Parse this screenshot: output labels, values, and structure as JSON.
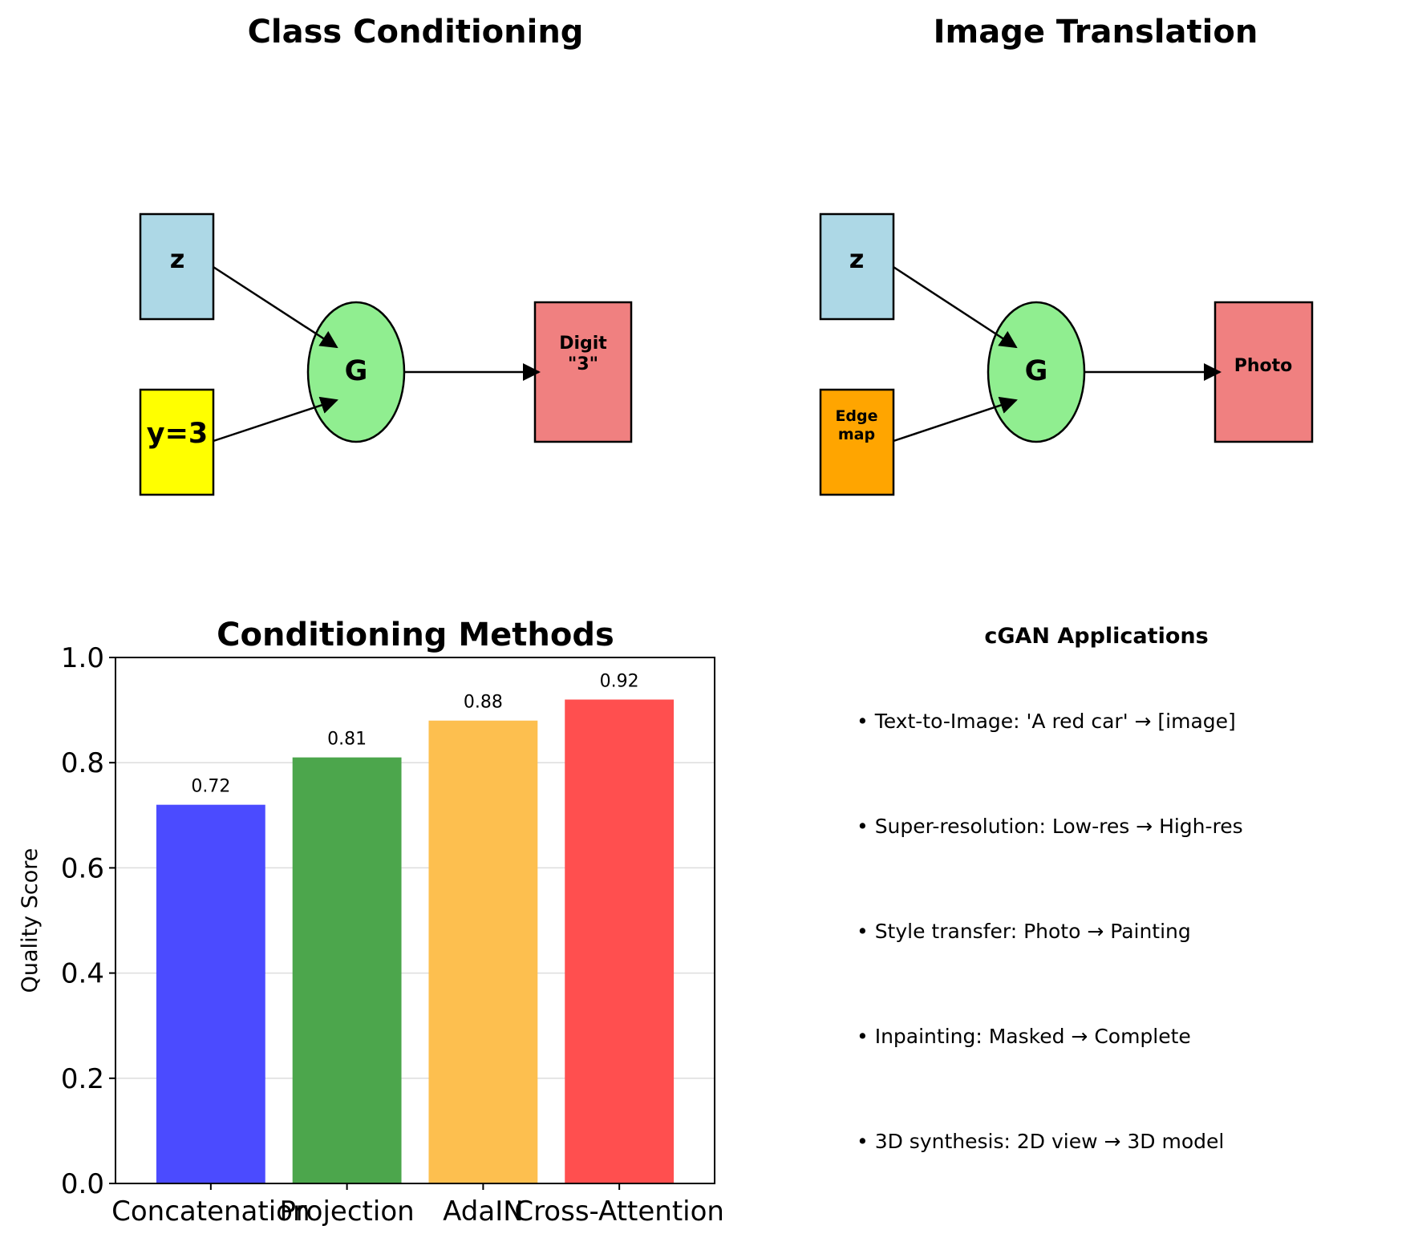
{
  "panels": {
    "class_conditioning": {
      "title": "Class Conditioning",
      "nodes": {
        "noise": {
          "label": "z",
          "color": "#ADD8E6"
        },
        "condition": {
          "label": "y=3",
          "color": "#FFFF00"
        },
        "generator": {
          "label": "G",
          "color": "#90EE90"
        },
        "output": {
          "label_lines": [
            "Digit",
            "\"3\""
          ],
          "color": "#F08080"
        }
      }
    },
    "image_translation": {
      "title": "Image Translation",
      "nodes": {
        "noise": {
          "label": "z",
          "color": "#ADD8E6"
        },
        "condition": {
          "label_lines": [
            "Edge",
            "map"
          ],
          "color": "#FFA500"
        },
        "generator": {
          "label": "G",
          "color": "#90EE90"
        },
        "output": {
          "label": "Photo",
          "color": "#F08080"
        }
      }
    },
    "applications": {
      "title": "cGAN Applications",
      "items": [
        "• Text-to-Image: 'A red car' → [image]",
        "• Super-resolution: Low-res → High-res",
        "• Style transfer: Photo → Painting",
        "• Inpainting: Masked → Complete",
        "• 3D synthesis: 2D view → 3D model"
      ]
    }
  },
  "chart_data": {
    "type": "bar",
    "title": "Conditioning Methods",
    "xlabel": "",
    "ylabel": "Quality Score",
    "categories": [
      "Concatenation",
      "Projection",
      "AdaIN",
      "Cross-Attention"
    ],
    "values": [
      0.72,
      0.81,
      0.88,
      0.92
    ],
    "value_labels": [
      "0.72",
      "0.81",
      "0.88",
      "0.92"
    ],
    "colors": [
      "#4B4BFF",
      "#4CA64C",
      "#FDBF4F",
      "#FF4F4F"
    ],
    "ylim": [
      0,
      1.0
    ],
    "yticks": [
      0.0,
      0.2,
      0.4,
      0.6,
      0.8,
      1.0
    ],
    "ytick_labels": [
      "0.0",
      "0.2",
      "0.4",
      "0.6",
      "0.8",
      "1.0"
    ],
    "grid": "y",
    "legend": "none"
  }
}
